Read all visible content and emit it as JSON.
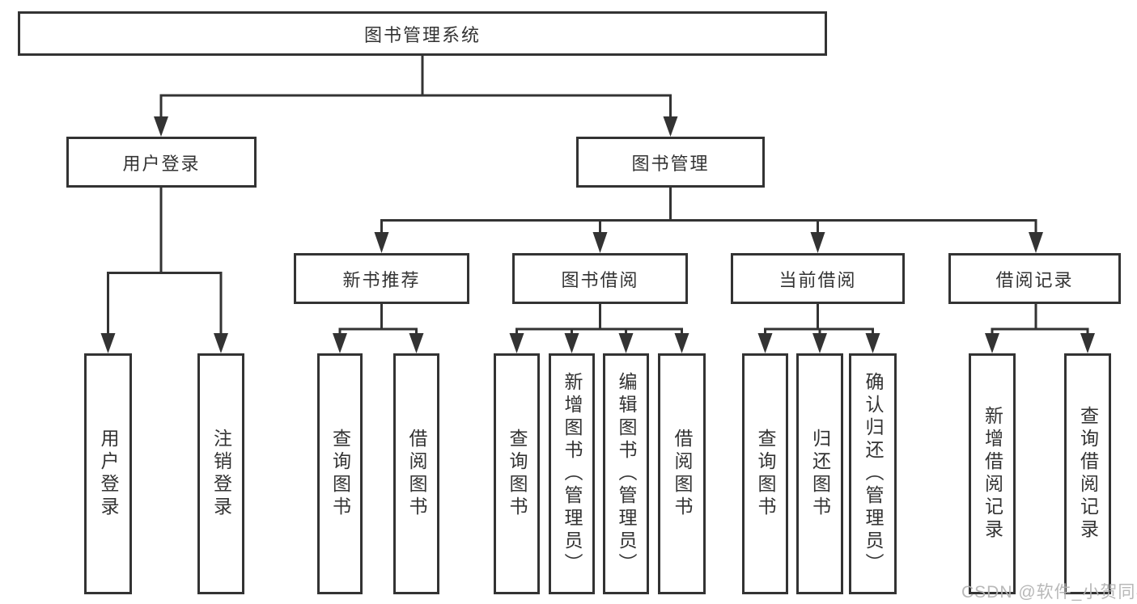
{
  "tree": {
    "label": "图书管理系统",
    "children": [
      {
        "label": "用户登录",
        "children": [
          {
            "label": "用户登录"
          },
          {
            "label": "注销登录"
          }
        ]
      },
      {
        "label": "图书管理",
        "children": [
          {
            "label": "新书推荐",
            "children": [
              {
                "label": "查询图书"
              },
              {
                "label": "借阅图书"
              }
            ]
          },
          {
            "label": "图书借阅",
            "children": [
              {
                "label": "查询图书"
              },
              {
                "label": "新增图书（管理员）"
              },
              {
                "label": "编辑图书（管理员）"
              },
              {
                "label": "借阅图书"
              }
            ]
          },
          {
            "label": "当前借阅",
            "children": [
              {
                "label": "查询图书"
              },
              {
                "label": "归还图书"
              },
              {
                "label": "确认归还（管理员）"
              }
            ]
          },
          {
            "label": "借阅记录",
            "children": [
              {
                "label": "新增借阅记录"
              },
              {
                "label": "查询借阅记录"
              }
            ]
          }
        ]
      }
    ]
  },
  "watermark": {
    "text": "CSDN @软件_小贺同学"
  },
  "colors": {
    "line": "#333333",
    "box_border": "#333333",
    "text": "#333333",
    "watermark": "#b2b2b2",
    "background": "#ffffff"
  }
}
